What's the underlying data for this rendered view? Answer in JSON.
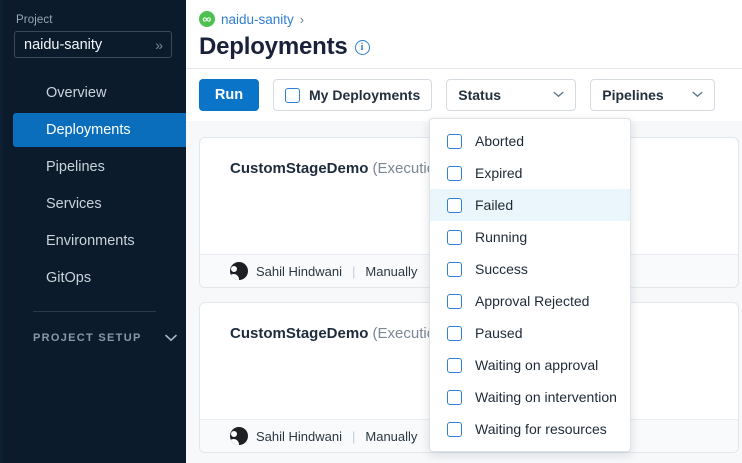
{
  "sidebar": {
    "project_label": "Project",
    "project_value": "naidu-sanity",
    "project_chevron": "»",
    "items": [
      {
        "label": "Overview",
        "active": false
      },
      {
        "label": "Deployments",
        "active": true
      },
      {
        "label": "Pipelines",
        "active": false
      },
      {
        "label": "Services",
        "active": false
      },
      {
        "label": "Environments",
        "active": false
      },
      {
        "label": "GitOps",
        "active": false
      }
    ],
    "section_label": "PROJECT SETUP",
    "section_caret": "⌄"
  },
  "header": {
    "breadcrumb_icon": "∞",
    "breadcrumb_link": "naidu-sanity",
    "breadcrumb_separator": "›",
    "title": "Deployments",
    "info_icon": "i"
  },
  "toolbar": {
    "run_label": "Run",
    "my_deployments_label": "My Deployments",
    "status_label": "Status",
    "status_chevron": "⌄",
    "pipelines_label": "Pipelines",
    "pipelines_chevron": "⌄"
  },
  "status_menu": {
    "options": [
      {
        "label": "Aborted",
        "checked": false,
        "hover": false
      },
      {
        "label": "Expired",
        "checked": false,
        "hover": false
      },
      {
        "label": "Failed",
        "checked": false,
        "hover": true
      },
      {
        "label": "Running",
        "checked": false,
        "hover": false
      },
      {
        "label": "Success",
        "checked": false,
        "hover": false
      },
      {
        "label": "Approval Rejected",
        "checked": false,
        "hover": false
      },
      {
        "label": "Paused",
        "checked": false,
        "hover": false
      },
      {
        "label": "Waiting on approval",
        "checked": false,
        "hover": false
      },
      {
        "label": "Waiting on intervention",
        "checked": false,
        "hover": false
      },
      {
        "label": "Waiting for resources",
        "checked": false,
        "hover": false
      }
    ]
  },
  "cards": [
    {
      "name": "CustomStageDemo",
      "meta": "(Execution Id",
      "user": "Sahil Hindwani",
      "trigger": "Manually",
      "divider": "|"
    },
    {
      "name": "CustomStageDemo",
      "meta": "(Execution Id",
      "user": "Sahil Hindwani",
      "trigger": "Manually",
      "divider": "|"
    }
  ],
  "colors": {
    "sidebar_bg": "#0b1b2b",
    "active_nav": "#0a6ebd",
    "primary": "#0a74c8",
    "link": "#2f7fd0",
    "hover_row": "#eaf6fc",
    "brand_green": "#4cc151"
  }
}
